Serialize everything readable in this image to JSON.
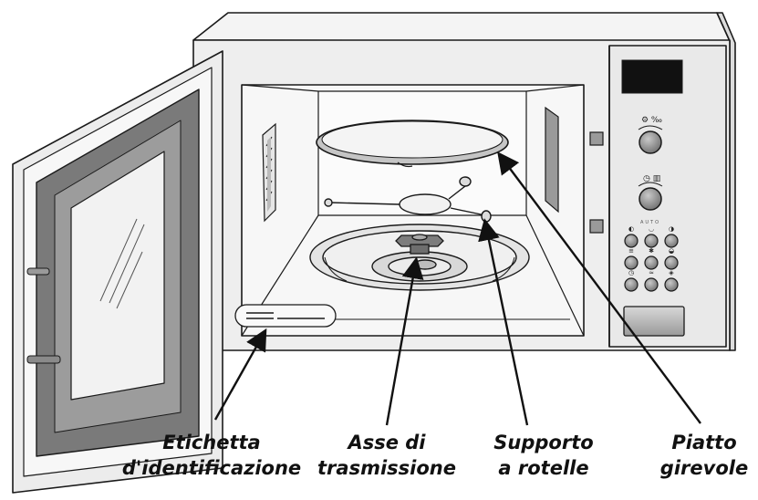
{
  "labels": {
    "etichetta": [
      "Etichetta",
      "d'identificazione"
    ],
    "asse": [
      "Asse di",
      "trasmissione"
    ],
    "supporto": [
      "Supporto",
      "a rotelle"
    ],
    "piatto": [
      "Piatto",
      "girevole"
    ]
  },
  "panel": {
    "auto_text": "AUTO"
  },
  "colors": {
    "outline": "#1a1a1a",
    "body_fill": "#f1f1f1",
    "gasket": "#7a7a7a",
    "knob": "#8c8c8c",
    "display": "#111111"
  }
}
